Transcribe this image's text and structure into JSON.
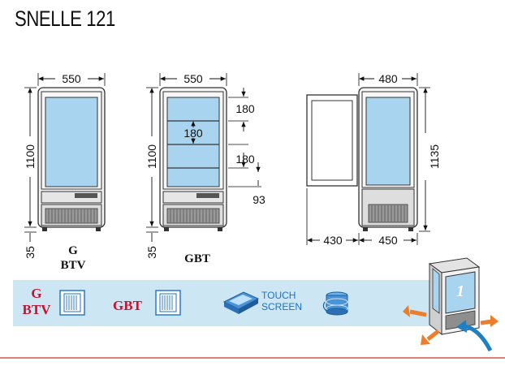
{
  "title": "SNELLE 121",
  "views": {
    "front_g": {
      "width": "550",
      "height": "1100",
      "feet": "35",
      "label_line1": "G",
      "label_line2": "BTV"
    },
    "front_gbt": {
      "width": "550",
      "height": "1100",
      "feet": "35",
      "shelf_top": "180",
      "shelf_mid": "180",
      "shelf_bottom": "180",
      "base_gap": "93",
      "label": "GBT"
    },
    "side": {
      "depth": "480",
      "height": "1135",
      "door_open": "430",
      "base_depth": "450"
    }
  },
  "legend_bar": {
    "g_line1": "G",
    "g_line2": "BTV",
    "gbt": "GBT",
    "touch_line1": "TOUCH",
    "touch_line2": "SCREEN",
    "badge_number": "1"
  },
  "colors": {
    "glass": "#a9d4f0",
    "band": "#cde6f4",
    "brand_red": "#c8102e",
    "touch_blue": "#1a73c9",
    "arrow_orange": "#ee7d2b",
    "arrow_blue": "#1d7fc4",
    "footer_line": "#d9534f"
  }
}
